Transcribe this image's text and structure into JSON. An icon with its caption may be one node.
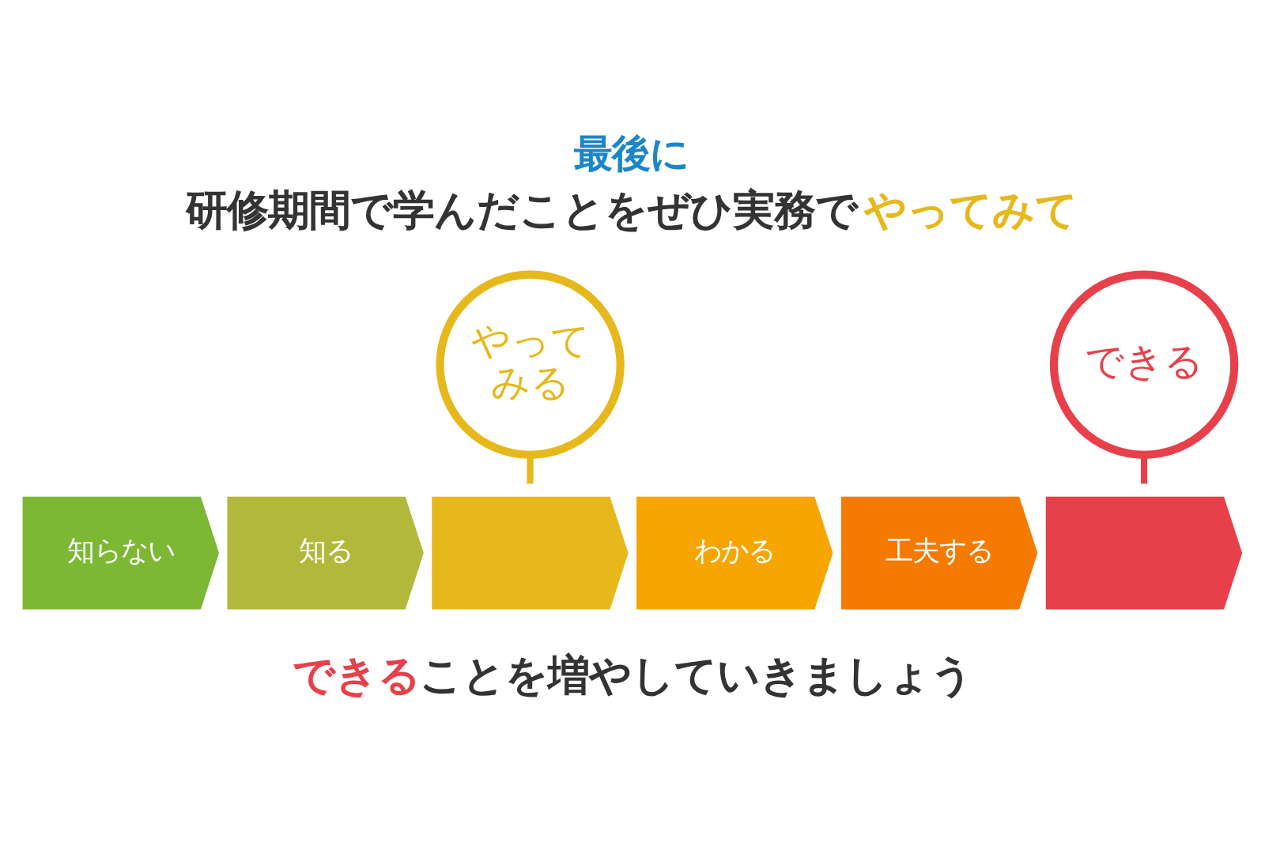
{
  "diagram": {
    "title": "最後に",
    "caption": "できることを増やしていきましょう",
    "nodes": [
      {
        "text": [
          "知らない"
        ]
      },
      {
        "text": [
          "知る"
        ]
      },
      {
        "text": [],
        "shape": "chevron"
      },
      {
        "text": [
          "わかる"
        ]
      },
      {
        "text": [
          "工夫する"
        ]
      },
      {
        "text": [],
        "shape": "chevron"
      },
      {
        "text": [
          "やってみる"
        ]
      },
      {
        "text": [
          "できる"
        ]
      }
    ],
    "edges": [
      {
        "from": 6,
        "to": 2,
        "arrow": "none",
        "color": "#e6b81c"
      },
      {
        "from": 7,
        "to": 5,
        "arrow": "none",
        "color": "#e8404a"
      }
    ],
    "labels": [
      "研修期間で学んだことをぜひ実務でやってみて"
    ]
  }
}
